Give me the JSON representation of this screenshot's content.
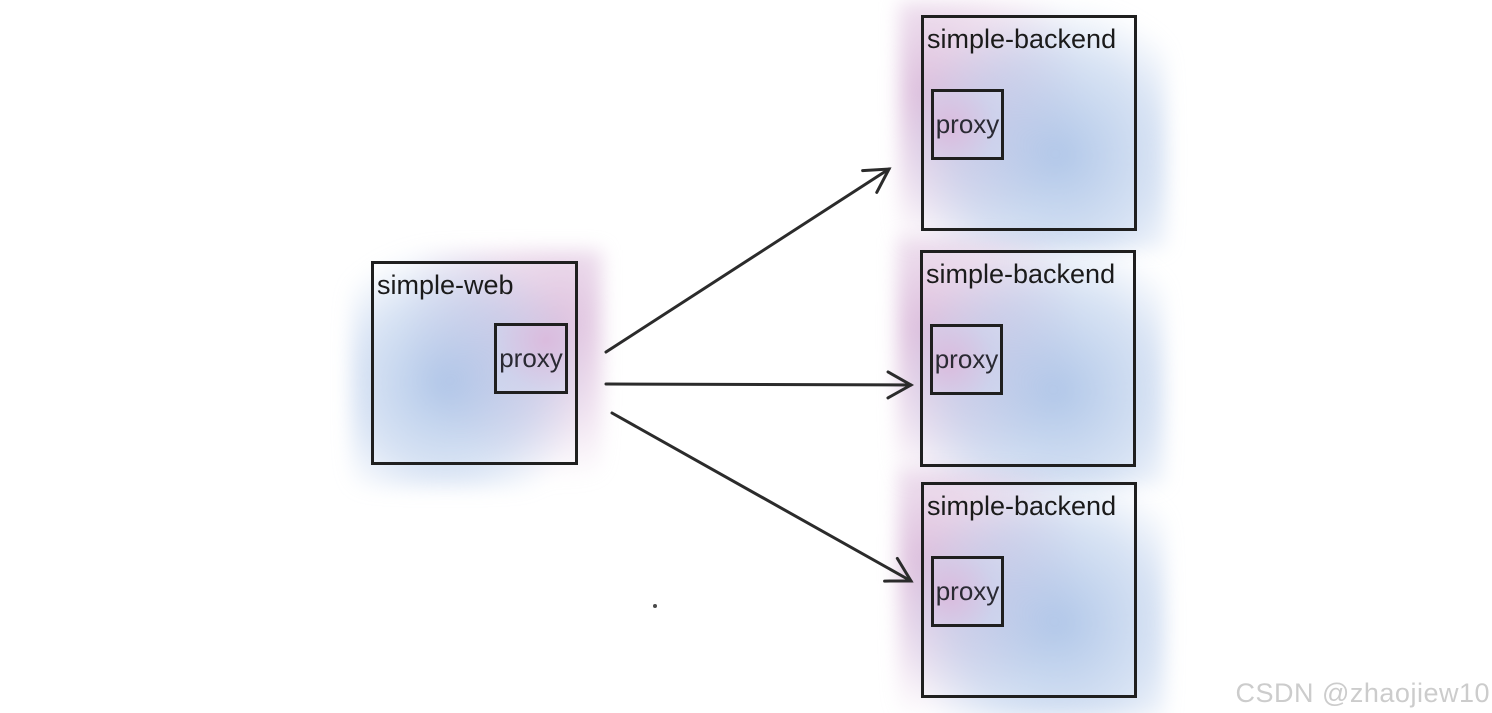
{
  "diagram": {
    "web": {
      "label": "simple-web",
      "proxy_label": "proxy"
    },
    "backends": [
      {
        "label": "simple-backend",
        "proxy_label": "proxy"
      },
      {
        "label": "simple-backend",
        "proxy_label": "proxy"
      },
      {
        "label": "simple-backend",
        "proxy_label": "proxy"
      }
    ],
    "arrows": [
      {
        "from": "simple-web",
        "to": "simple-backend-1"
      },
      {
        "from": "simple-web",
        "to": "simple-backend-2"
      },
      {
        "from": "simple-web",
        "to": "simple-backend-3"
      }
    ],
    "colors": {
      "box_border": "#1f1f1f",
      "arrow": "#2b2b2b",
      "wash_blue": "#a4bee5",
      "wash_pink": "#d6b2d6",
      "proxy_fill_pink": "#dbbadd",
      "proxy_fill_blue": "#d5d6ee"
    }
  },
  "watermark": {
    "text": "CSDN @zhaojiew10"
  }
}
